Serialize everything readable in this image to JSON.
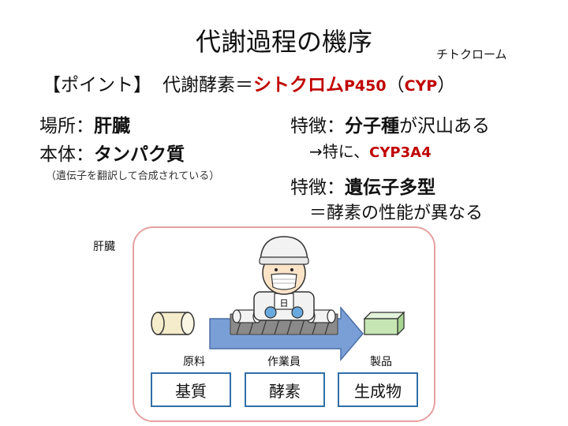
{
  "title": "代謝過程の機序",
  "ruby": "チトクローム",
  "point": {
    "label": "【ポイント】",
    "text": "代謝酵素＝",
    "enzyme": "シトクロム",
    "p450": "P450",
    "open": "（",
    "cyp": "CYP",
    "close": "）"
  },
  "place": {
    "label": "場所：",
    "value": "肝臓"
  },
  "body_item": {
    "label": "本体：",
    "value": "タンパク質",
    "note": "（遺伝子を翻訳して合成されている）"
  },
  "feature1": {
    "label": "特徴：",
    "bold": "分子種",
    "rest": "が沢山ある",
    "sub_prefix": "→特に、",
    "sub_value": "CYP3A4"
  },
  "feature2": {
    "label": "特徴：",
    "bold": "遺伝子多型",
    "sub": "＝酵素の性能が異なる"
  },
  "diagram": {
    "organ_label": "肝臓",
    "captions": [
      "原料",
      "作業員",
      "製品"
    ],
    "boxes": [
      "基質",
      "酵素",
      "生成物"
    ],
    "worker_badge": "日",
    "colors": {
      "frame": "#e6a0a0",
      "arrow": "#7a9fd6",
      "box_border": "#2f6fa8",
      "product": "#c6e6b4",
      "highlight": "#c00000"
    }
  }
}
